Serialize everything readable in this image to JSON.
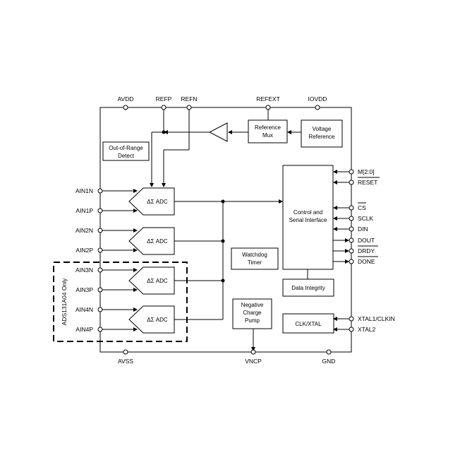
{
  "pins_top": {
    "avdd": "AVDD",
    "refp": "REFP",
    "refn": "REFN",
    "refext": "REFEXT",
    "iovdd": "IOVDD"
  },
  "pins_bottom": {
    "avss": "AVSS",
    "vncp": "VNCP",
    "gnd": "GND"
  },
  "pins_left": [
    "AIN1N",
    "AIN1P",
    "AIN2N",
    "AIN2P",
    "AIN3N",
    "AIN3P",
    "AIN4N",
    "AIN4P"
  ],
  "pins_right": {
    "m": "M[2:0]",
    "reset": "RESET",
    "cs": "CS",
    "sclk": "SCLK",
    "din": "DIN",
    "dout": "DOUT",
    "drdy": "DRDY",
    "done": "DONE",
    "xtal1": "XTAL1/CLKIN",
    "xtal2": "XTAL2"
  },
  "blocks": {
    "reference_mux": [
      "Reference",
      "Mux"
    ],
    "voltage_reference": [
      "Voltage",
      "Reference"
    ],
    "out_of_range": [
      "Out-of-Range",
      "Detect"
    ],
    "adc_label": "ΔΣ ADC",
    "control": [
      "Control and",
      "Serial Interface"
    ],
    "watchdog": [
      "Watchdog",
      "Timer"
    ],
    "data_integrity": "Data Integrity",
    "charge_pump": [
      "Negative",
      "Charge",
      "Pump"
    ],
    "clk": "CLK/XTAL"
  },
  "variant_note": "ADS131A04 Only"
}
